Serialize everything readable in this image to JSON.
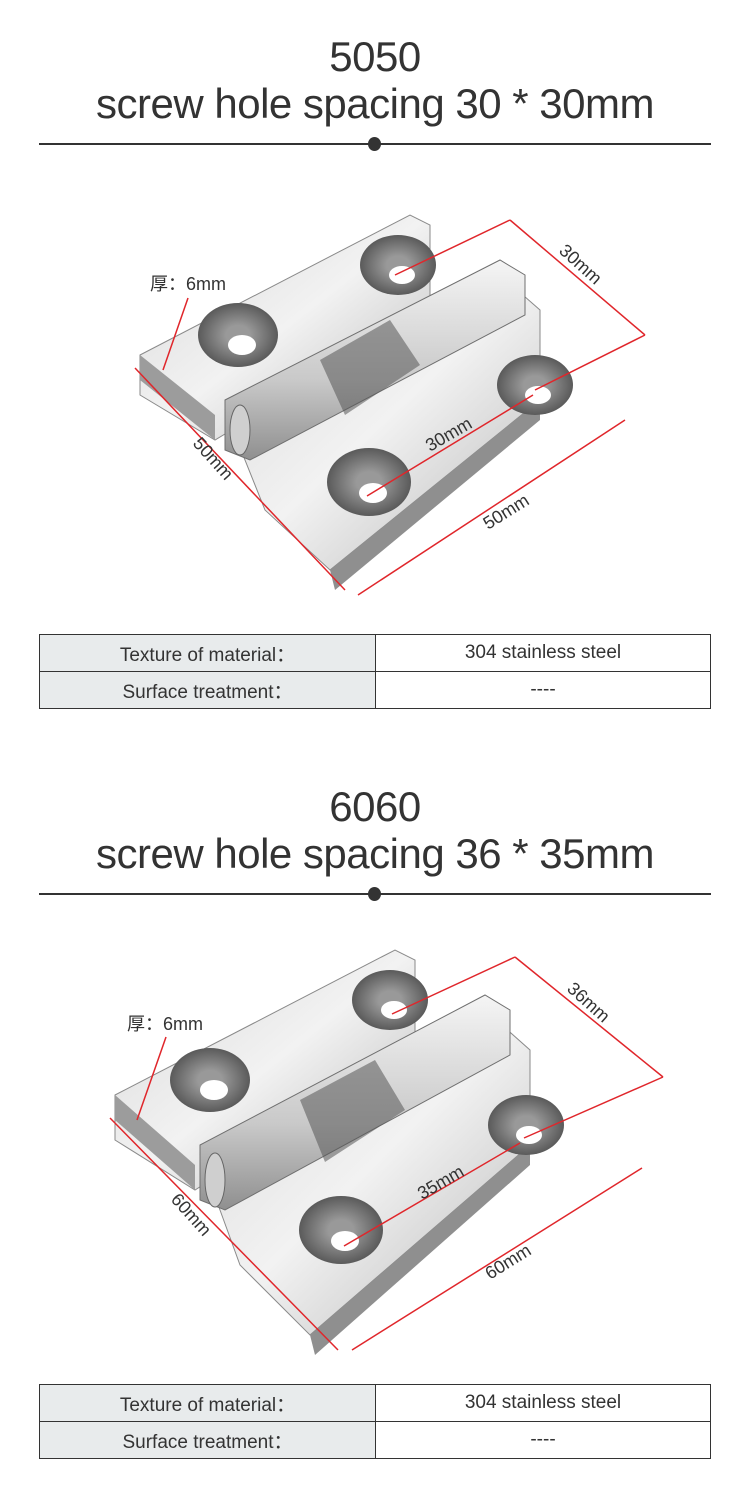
{
  "sections": [
    {
      "model": "5050",
      "spacing": "screw hole spacing 30 * 30mm",
      "image": {
        "thickness_label": "厚：6mm",
        "dim_top_right": "30mm",
        "dim_center": "30mm",
        "dim_left": "50mm",
        "dim_bottom": "50mm",
        "pin_label": "6mm"
      },
      "table": [
        {
          "key": "Texture of material：",
          "value": "304 stainless steel"
        },
        {
          "key": "Surface treatment：",
          "value": "----"
        }
      ]
    },
    {
      "model": "6060",
      "spacing": "screw hole spacing 36 * 35mm",
      "image": {
        "thickness_label": "厚：6mm",
        "dim_top_right": "36mm",
        "dim_center": "35mm",
        "dim_left": "60mm",
        "dim_bottom": "60mm",
        "pin_label": "6mm"
      },
      "table": [
        {
          "key": "Texture of material：",
          "value": "304 stainless steel"
        },
        {
          "key": "Surface treatment：",
          "value": "----"
        }
      ]
    }
  ],
  "colors": {
    "text": "#333333",
    "dimension_line": "#e0262b",
    "table_key_bg": "#e8ebec"
  }
}
